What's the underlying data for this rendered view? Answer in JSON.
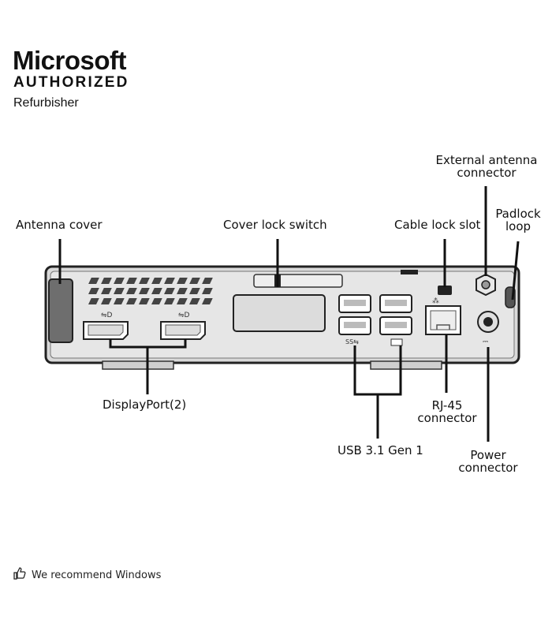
{
  "brand": {
    "line1": "Microsoft",
    "line2": "AUTHORIZED",
    "line3": "Refurbisher"
  },
  "labels": {
    "antenna_cover": "Antenna cover",
    "cover_lock_switch": "Cover lock switch",
    "cable_lock_slot": "Cable lock slot",
    "external_antenna": "External antenna\nconnector",
    "padlock_loop": "Padlock\nloop",
    "displayport": "DisplayPort(2)",
    "usb": "USB 3.1 Gen 1",
    "rj45": "RJ-45\nconnector",
    "power": "Power\nconnector"
  },
  "footer": {
    "text": "We recommend Windows",
    "icon": "thumbs-up-icon"
  }
}
